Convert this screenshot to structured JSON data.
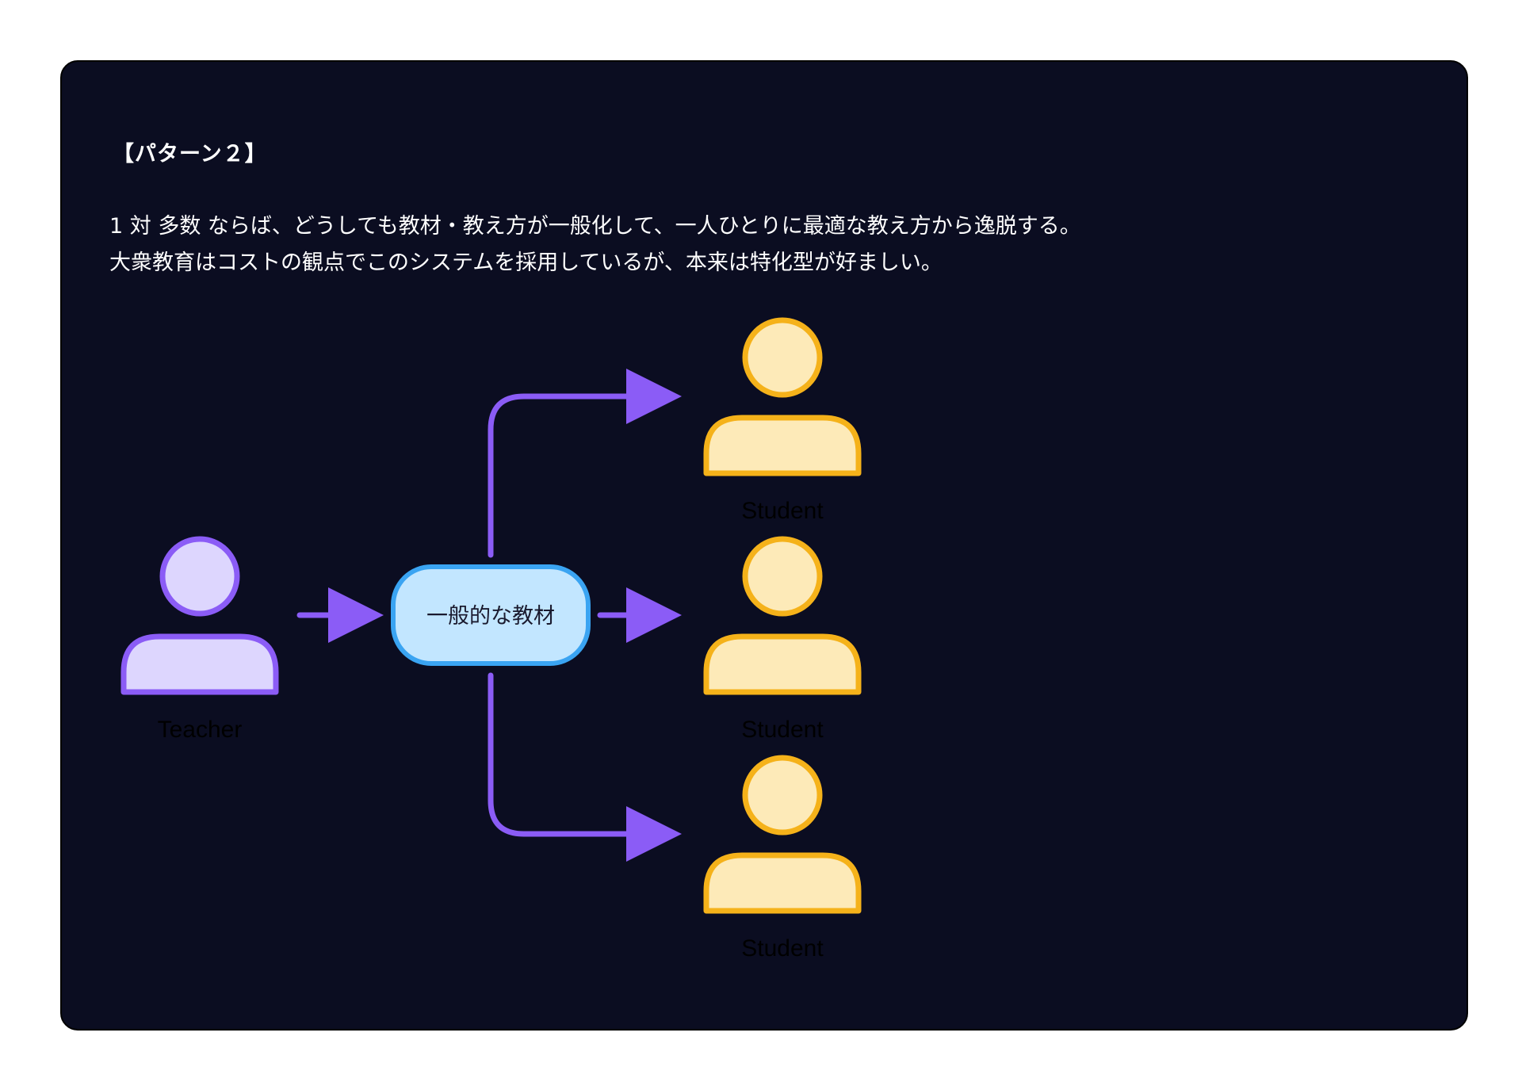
{
  "heading": "【パターン２】",
  "description": {
    "line1": "1 対 多数 ならば、どうしても教材・教え方が一般化して、一人ひとりに最適な教え方から逸脱する。",
    "line2": "大衆教育はコストの観点でこのシステムを採用しているが、本来は特化型が好ましい。"
  },
  "diagram": {
    "teacher": {
      "label": "Teacher",
      "icon": "person-icon"
    },
    "material": {
      "label": "一般的な教材"
    },
    "students": [
      {
        "label": "Student",
        "icon": "person-icon"
      },
      {
        "label": "Student",
        "icon": "person-icon"
      },
      {
        "label": "Student",
        "icon": "person-icon"
      }
    ]
  },
  "colors": {
    "background": "#0b0d21",
    "arrow": "#8b5cf6",
    "teacher_fill": "#ddd6fe",
    "teacher_stroke": "#8b5cf6",
    "student_fill": "#fdeab8",
    "student_stroke": "#f5b21a",
    "material_fill": "#c2e6ff",
    "material_stroke": "#3aa4f2"
  }
}
